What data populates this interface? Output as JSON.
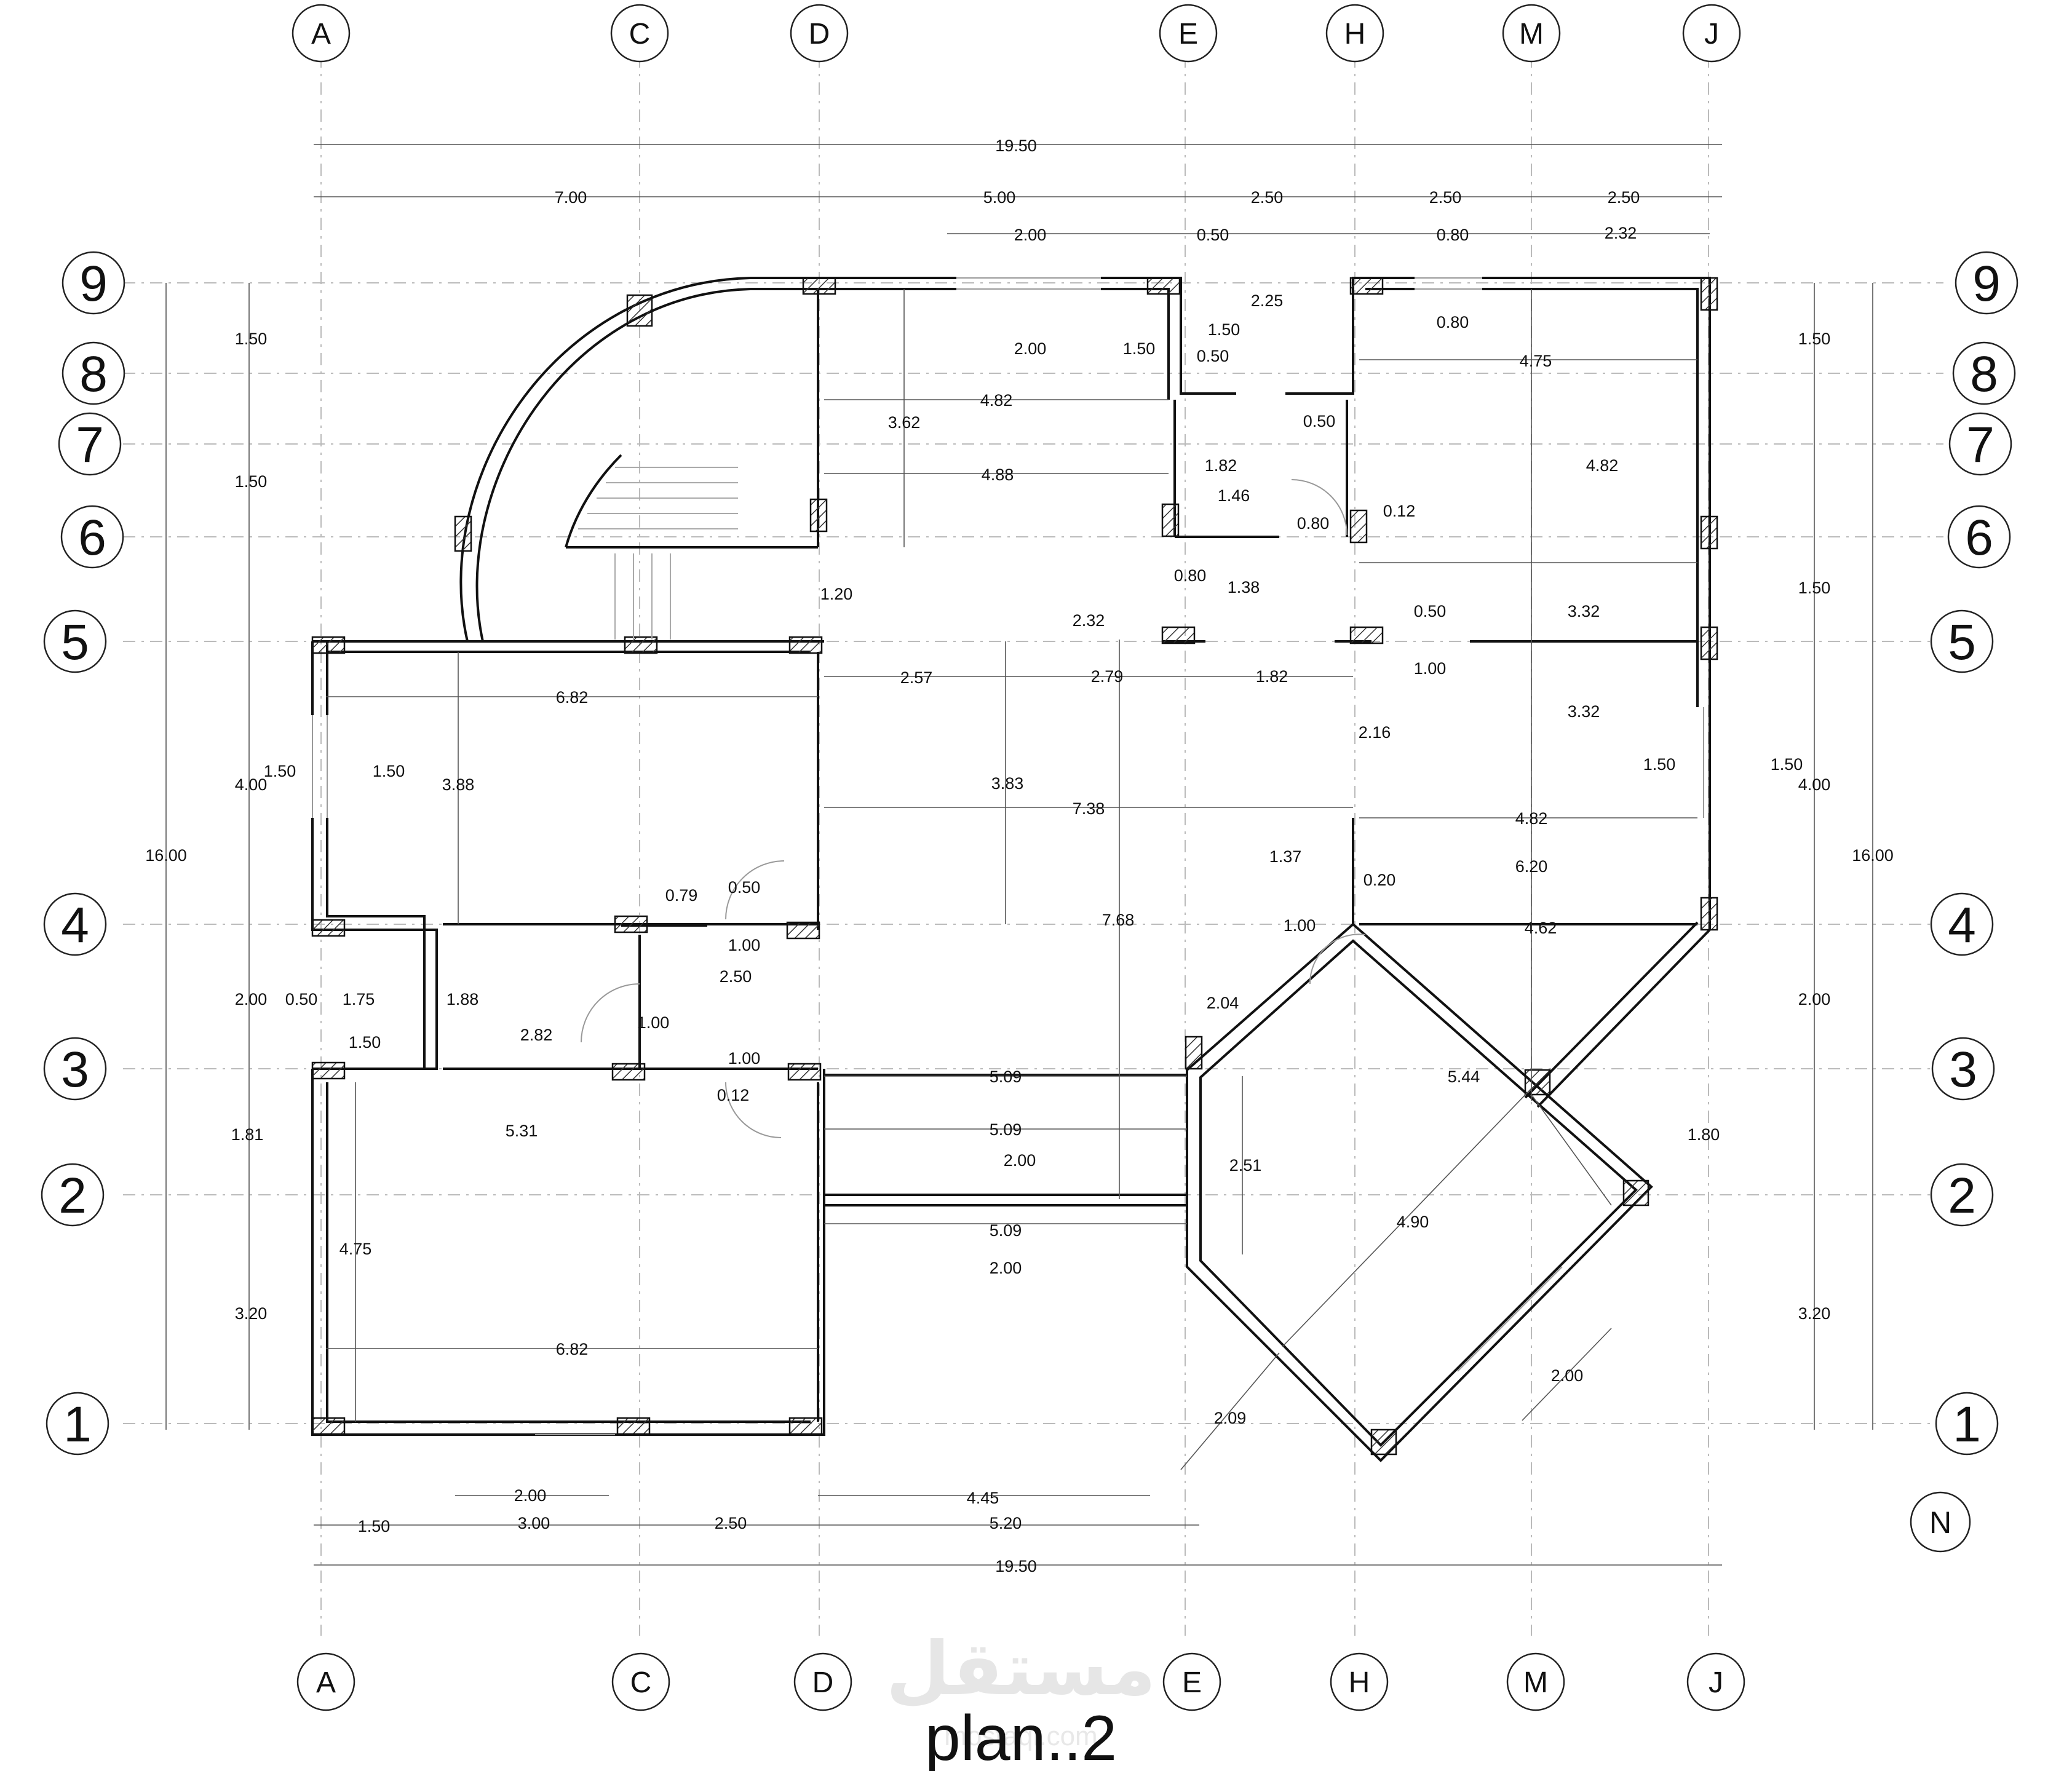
{
  "title": "plan..2",
  "north_label": "N",
  "watermark": {
    "text": "مستقل",
    "sub": "mostaql.com"
  },
  "grid": {
    "columns": [
      "A",
      "C",
      "D",
      "E",
      "H",
      "M",
      "J"
    ],
    "rows": [
      "9",
      "8",
      "7",
      "6",
      "5",
      "4",
      "3",
      "2",
      "1"
    ]
  },
  "dimensions": {
    "overall_width": "19.50",
    "overall_height": "16.00",
    "top_chain": [
      "7.00",
      "5.00",
      "2.50",
      "2.50",
      "2.50"
    ],
    "top_sub": [
      "2.00",
      "0.50",
      "0.80",
      "2.32"
    ],
    "bottom_chain": [
      "1.50",
      "3.00",
      "2.50",
      "5.20"
    ],
    "bottom_sub": [
      "2.00",
      "4.45"
    ],
    "left_chain": [
      "1.50",
      "1.50",
      "4.00",
      "2.00",
      "1.81",
      "3.20"
    ],
    "right_chain": [
      "1.50",
      "1.50",
      "4.00",
      "2.00",
      "1.80",
      "3.20"
    ],
    "interior": [
      "2.00",
      "1.50",
      "2.25",
      "0.80",
      "1.50",
      "0.50",
      "4.75",
      "4.82",
      "0.50",
      "3.62",
      "4.88",
      "1.82",
      "1.46",
      "0.80",
      "0.12",
      "4.82",
      "1.38",
      "1.20",
      "0.80",
      "2.32",
      "0.50",
      "3.32",
      "2.57",
      "2.79",
      "1.82",
      "1.00",
      "6.82",
      "3.32",
      "1.50",
      "1.50",
      "3.88",
      "2.16",
      "1.50",
      "3.83",
      "7.38",
      "4.82",
      "1.50",
      "1.37",
      "6.20",
      "0.79",
      "0.50",
      "0.20",
      "7.68",
      "1.00",
      "1.00",
      "4.62",
      "2.50",
      "0.50",
      "1.75",
      "1.88",
      "2.04",
      "1.50",
      "2.82",
      "1.00",
      "1.00",
      "5.09",
      "5.44",
      "0.12",
      "5.31",
      "5.09",
      "2.00",
      "2.51",
      "4.75",
      "5.09",
      "4.90",
      "2.00",
      "6.82",
      "2.00",
      "2.09"
    ]
  }
}
